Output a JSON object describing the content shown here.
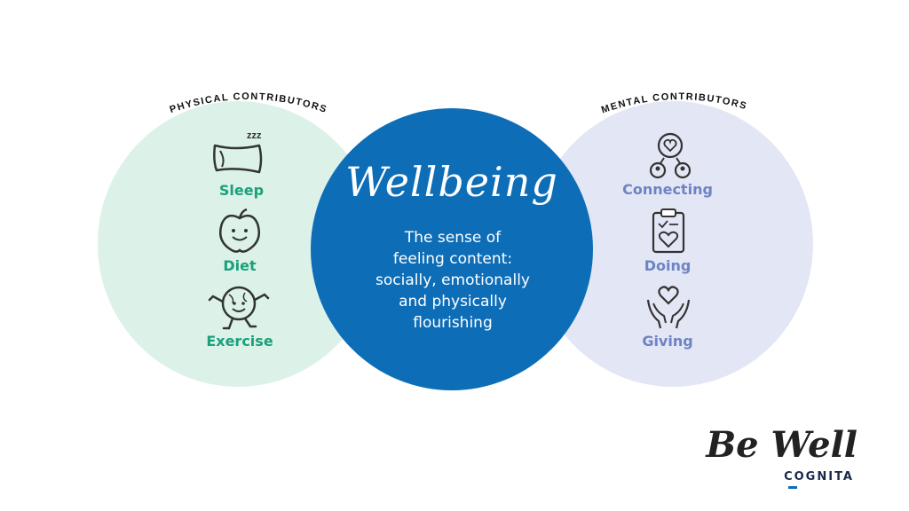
{
  "physical": {
    "arc_title": "PHYSICAL CONTRIBUTORS",
    "items": [
      {
        "label": "Sleep",
        "icon": "pillow-sleep-icon"
      },
      {
        "label": "Diet",
        "icon": "smiling-apple-icon"
      },
      {
        "label": "Exercise",
        "icon": "running-globe-icon"
      }
    ]
  },
  "mental": {
    "arc_title": "MENTAL CONTRIBUTORS",
    "items": [
      {
        "label": "Connecting",
        "icon": "people-heart-icon"
      },
      {
        "label": "Doing",
        "icon": "clipboard-heart-icon"
      },
      {
        "label": "Giving",
        "icon": "hands-heart-icon"
      }
    ]
  },
  "center": {
    "title": "Wellbeing",
    "description": "The sense of\nfeeling content:\nsocially, emotionally\nand physically\nflourishing"
  },
  "brand": {
    "title": "Be Well",
    "subtitle": "COGNITA"
  },
  "colors": {
    "physical_bg": "#dcf2e8",
    "physical_text": "#1aa07a",
    "mental_bg": "#e3e6f4",
    "mental_text": "#6e83c4",
    "center_bg": "#0d6db7"
  }
}
